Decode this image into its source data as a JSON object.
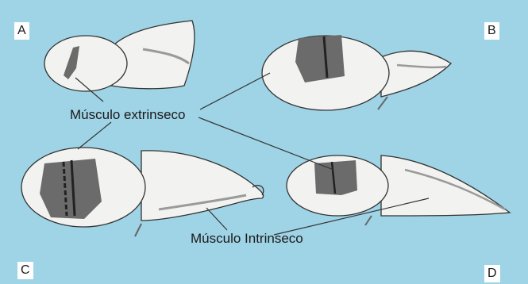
{
  "panels": {
    "a": "A",
    "b": "B",
    "c": "C",
    "d": "D"
  },
  "labels": {
    "extrinsic": "Músculo extrinseco",
    "intrinsic": "Músculo Intrinseco"
  },
  "colors": {
    "background": "#9fd3e6",
    "body_fill": "#f2f3f0",
    "muscle_fill": "#6b6b6b",
    "outline": "#333333"
  }
}
